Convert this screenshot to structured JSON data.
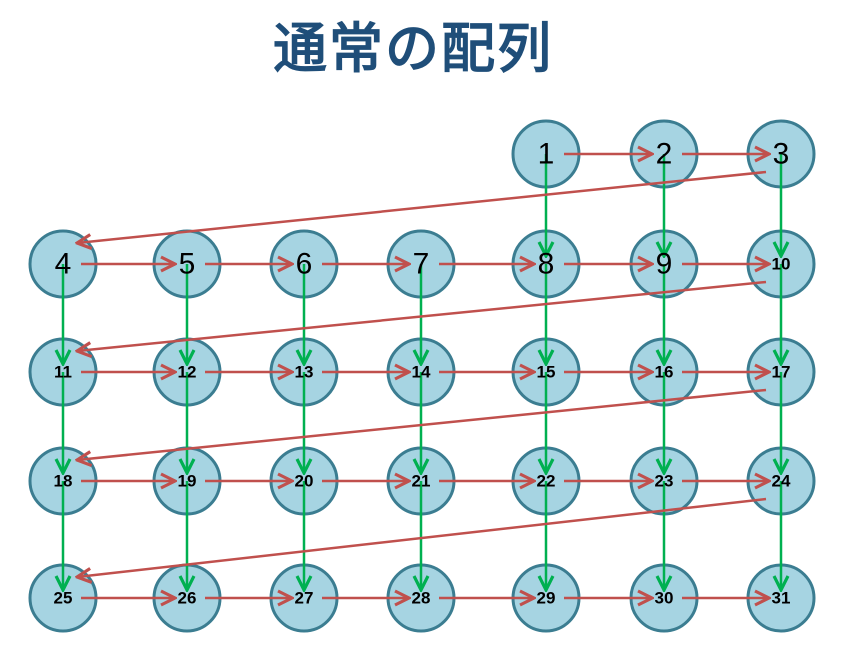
{
  "title": "通常の配列",
  "colors": {
    "node_fill": "#a6d4e2",
    "node_stroke": "#3b7d91",
    "row_arrow": "#c0504d",
    "column_arrow": "#00b050",
    "title": "#1f4e79"
  },
  "grid": {
    "columns": 7,
    "rows": [
      [
        null,
        null,
        null,
        null,
        "1",
        "2",
        "3"
      ],
      [
        "4",
        "5",
        "6",
        "7",
        "8",
        "9",
        "10"
      ],
      [
        "11",
        "12",
        "13",
        "14",
        "15",
        "16",
        "17"
      ],
      [
        "18",
        "19",
        "20",
        "21",
        "22",
        "23",
        "24"
      ],
      [
        "25",
        "26",
        "27",
        "28",
        "29",
        "30",
        "31"
      ]
    ]
  }
}
